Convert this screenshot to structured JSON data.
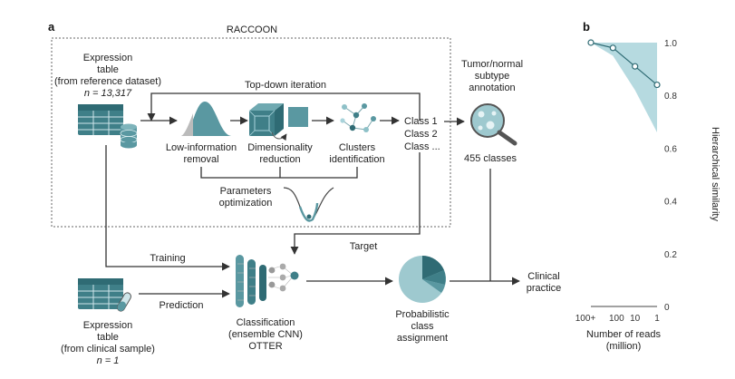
{
  "panel_a": {
    "panel_letter": "a",
    "raccoon_title": "RACCOON",
    "expr_ref_line1": "Expression",
    "expr_ref_line2": "table",
    "expr_ref_line3": "(from reference dataset)",
    "expr_ref_n": "n = 13,317",
    "topdown_label": "Top-down iteration",
    "lowinfo_line1": "Low-information",
    "lowinfo_line2": "removal",
    "dimred_line1": "Dimensionality",
    "dimred_line2": "reduction",
    "clusters_line1": "Clusters",
    "clusters_line2": "identification",
    "class1": "Class 1",
    "class2": "Class 2",
    "class3": "Class ...",
    "tumor_line1": "Tumor/normal",
    "tumor_line2": "subtype",
    "tumor_line3": "annotation",
    "classes_count": "455 classes",
    "params_line1": "Parameters",
    "params_line2": "optimization",
    "target_label": "Target",
    "training_label": "Training",
    "prediction_label": "Prediction",
    "expr_clin_line1": "Expression",
    "expr_clin_line2": "table",
    "expr_clin_line3": "(from clinical sample)",
    "expr_clin_n": "n = 1",
    "classif_line1": "Classification",
    "classif_line2": "(ensemble CNN)",
    "classif_line3": "OTTER",
    "prob_line1": "Probabilistic",
    "prob_line2": "class",
    "prob_line3": "assignment",
    "clinical_line1": "Clinical",
    "clinical_line2": "practice"
  },
  "colors": {
    "teal": "#4a8f99",
    "teal_light": "#9ec9cf",
    "teal_dark": "#2f6b74",
    "band": "#a9d3db"
  },
  "chart_data": {
    "panel_letter": "b",
    "type": "line",
    "x_categories": [
      "100+",
      "100",
      "10",
      "1"
    ],
    "values": [
      1.0,
      0.98,
      0.91,
      0.84
    ],
    "band_lower": [
      1.0,
      0.95,
      0.82,
      0.66
    ],
    "band_upper": [
      1.0,
      1.0,
      1.0,
      1.0
    ],
    "yticks": [
      "1.0",
      "0.8",
      "0.6",
      "0.4",
      "0.2",
      "0"
    ],
    "ylim": [
      0,
      1.0
    ],
    "ylabel": "Hierarchical similarity",
    "xlabel_line1": "Number of reads",
    "xlabel_line2": "(million)",
    "grid": false
  }
}
